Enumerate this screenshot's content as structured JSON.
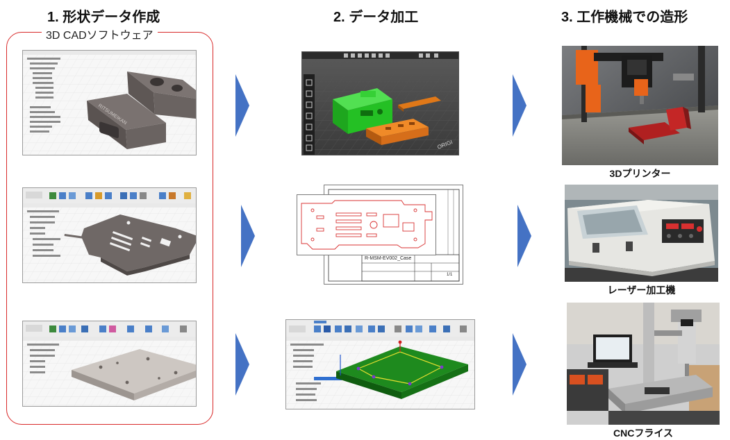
{
  "columns": {
    "col1_title": "1. 形状データ作成",
    "col2_title": "2. データ加工",
    "col3_title": "3. 工作機械での造形"
  },
  "cad_group": {
    "label": "3D CADソフトウェア",
    "frame_color": "#d82828"
  },
  "slicer_view": {
    "overlay_text": "ORIGI"
  },
  "drawing_view": {
    "title_block_text": "R-MSM-EV002_Case",
    "sheet_number": "1/1"
  },
  "machines": {
    "printer_label": "3Dプリンター",
    "laser_label": "レーザー加工機",
    "cnc_label": "CNCフライス"
  },
  "colors": {
    "arrow": "#4472c4",
    "cad_model_gray": "#6e6764",
    "slicer_green": "#22c022",
    "slicer_orange": "#e07818",
    "cam_green": "#1e7e1e",
    "laser_red": "#d83030"
  }
}
